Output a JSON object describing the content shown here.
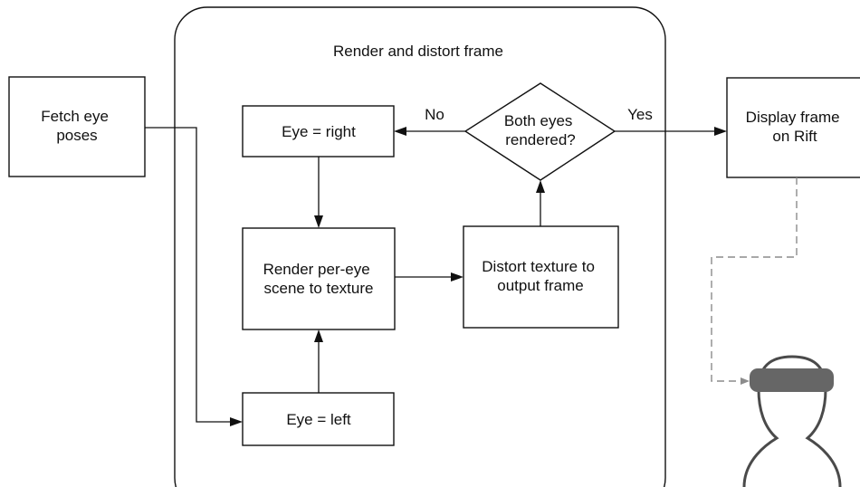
{
  "group": {
    "title": "Render and distort frame"
  },
  "nodes": {
    "fetch": {
      "lines": [
        "Fetch eye",
        "poses"
      ]
    },
    "eye_right": {
      "lines": [
        "Eye = right"
      ]
    },
    "render": {
      "lines": [
        "Render per-eye",
        "scene to texture"
      ]
    },
    "eye_left": {
      "lines": [
        "Eye = left"
      ]
    },
    "distort": {
      "lines": [
        "Distort texture to",
        "output frame"
      ]
    },
    "decision": {
      "lines": [
        "Both eyes",
        "rendered?"
      ]
    },
    "display": {
      "lines": [
        "Display frame",
        "on Rift"
      ]
    }
  },
  "edges": {
    "no_label": "No",
    "yes_label": "Yes"
  },
  "colors": {
    "line": "#111111",
    "dashed": "#8c8c8c",
    "headset_band": "#666666",
    "headset_outline": "#4a4a4a"
  },
  "icons": {
    "user": "vr-headset-user-icon"
  }
}
